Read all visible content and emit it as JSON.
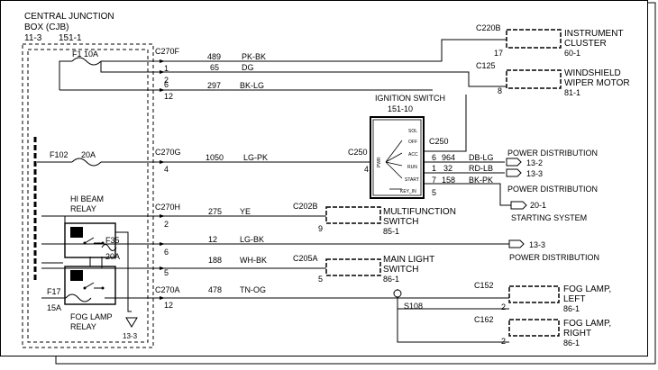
{
  "cjb": {
    "title": "CENTRAL JUNCTION",
    "subtitle": "BOX (CJB)",
    "ref_a": "11-3",
    "ref_b": "151-1"
  },
  "fuses": [
    {
      "id": "F1",
      "rating": "10A",
      "label": "F1 10A"
    },
    {
      "id": "F102",
      "label": "F102",
      "rating": "20A"
    },
    {
      "id": "F35",
      "label": "F35",
      "rating": "20A"
    },
    {
      "id": "F17",
      "label": "F17",
      "rating": "15A"
    }
  ],
  "relays": {
    "hi_beam_1": "HI BEAM",
    "hi_beam_2": "RELAY",
    "fog_1": "FOG LAMP",
    "fog_2": "RELAY",
    "ground_ref": "13-3"
  },
  "connectors": {
    "c270f": "C270F",
    "c270g": "C270G",
    "c270h": "C270H",
    "c270a": "C270A",
    "c220b": "C220B",
    "c125": "C125",
    "c250a": "C250",
    "c250b": "C250",
    "c202b": "C202B",
    "c205a": "C205A",
    "c152": "C152",
    "c162": "C162",
    "s108": "S108"
  },
  "wires": [
    {
      "pin": "1",
      "circuit": "489",
      "color": "PK-BK"
    },
    {
      "pin": "2",
      "circuit": "65",
      "color": "DG"
    },
    {
      "pin": "6",
      "circuit": "297",
      "color": "BK-LG"
    },
    {
      "pin": "12",
      "circuit": "",
      "color": ""
    },
    {
      "pin": "4",
      "circuit": "1050",
      "color": "LG-PK"
    },
    {
      "pin": "2",
      "circuit": "275",
      "color": "YE"
    },
    {
      "pin": "6",
      "circuit": "12",
      "color": "LG-BK"
    },
    {
      "pin": "5",
      "circuit": "188",
      "color": "WH-BK"
    },
    {
      "pin": "12",
      "circuit": "478",
      "color": "TN-OG"
    }
  ],
  "ignition": {
    "title": "IGNITION SWITCH",
    "ref": "151-10",
    "positions": [
      "SOL",
      "OFF",
      "ACC",
      "RUN",
      "START",
      "KEY_IN"
    ],
    "side_label": "PWR",
    "outputs": [
      {
        "pin": "6",
        "circuit": "964",
        "color": "DB-LG"
      },
      {
        "pin": "1",
        "circuit": "32",
        "color": "RD-LB"
      },
      {
        "pin": "7",
        "circuit": "158",
        "color": "BK-PK"
      },
      {
        "pin": "5",
        "circuit": "",
        "color": ""
      }
    ],
    "input_pin": "4"
  },
  "components": [
    {
      "name_1": "INSTRUMENT",
      "name_2": "CLUSTER",
      "ref": "60-1",
      "pin_above": "17"
    },
    {
      "name_1": "WINDSHIELD",
      "name_2": "WIPER MOTOR",
      "ref": "81-1",
      "pin_above": "8"
    },
    {
      "name_1": "MULTIFUNCTION",
      "name_2": "SWITCH",
      "ref": "85-1",
      "pin_above": "9"
    },
    {
      "name_1": "MAIN LIGHT",
      "name_2": "SWITCH",
      "ref": "86-1",
      "pin_above": "5"
    },
    {
      "name_1": "FOG LAMP,",
      "name_2": "LEFT",
      "ref": "86-1",
      "pin_above": "2"
    },
    {
      "name_1": "FOG LAMP,",
      "name_2": "RIGHT",
      "ref": "86-1",
      "pin_above": "2"
    }
  ],
  "power_dist": {
    "label": "POWER DISTRIBUTION",
    "ref_1": "13-2",
    "ref_2": "13-3",
    "ref_3": "20-1",
    "ref_4": "13-3",
    "starting": "STARTING SYSTEM"
  }
}
